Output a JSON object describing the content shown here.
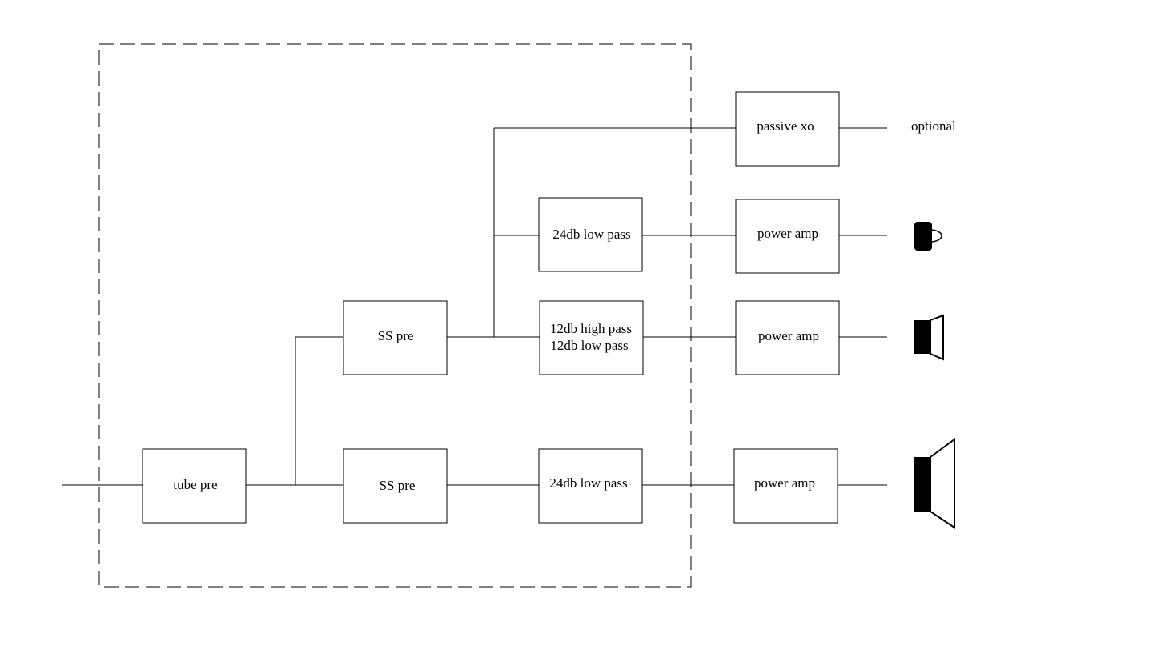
{
  "diagram": {
    "blocks": {
      "tube_pre": "tube pre",
      "ss_pre_upper": "SS pre",
      "ss_pre_lower": "SS pre",
      "lp24_upper": "24db low pass",
      "hp_lp_12_line1": "12db high pass",
      "hp_lp_12_line2": "12db low pass",
      "lp24_lower": "24db low pass",
      "passive_xo": "passive xo",
      "power_amp_1": "power amp",
      "power_amp_2": "power amp",
      "power_amp_3": "power amp"
    },
    "labels": {
      "optional": "optional"
    },
    "icons": [
      "tweeter-icon",
      "midrange-speaker-icon",
      "woofer-speaker-icon"
    ],
    "colors": {
      "stroke": "#000000",
      "background": "#ffffff"
    }
  }
}
